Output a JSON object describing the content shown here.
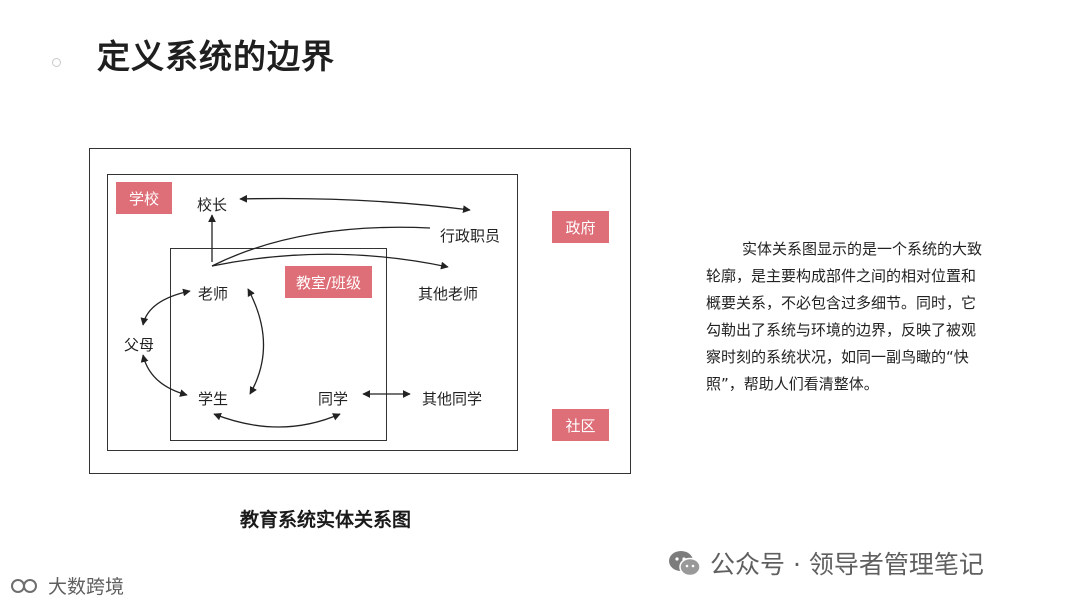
{
  "slide": {
    "title": "定义系统的边界"
  },
  "diagram": {
    "tags": {
      "school": "学校",
      "classroom": "教室/班级",
      "government": "政府",
      "community": "社区"
    },
    "nodes": {
      "principal": "校长",
      "admin_staff": "行政职员",
      "teacher": "老师",
      "other_teachers": "其他老师",
      "parents": "父母",
      "student": "学生",
      "classmate": "同学",
      "other_classmates": "其他同学"
    },
    "caption": "教育系统实体关系图"
  },
  "description": "实体关系图显示的是一个系统的大致轮廓，是主要构成部件之间的相对位置和概要关系，不必包含过多细节。同时，它勾勒出了系统与环境的边界，反映了被观察时刻的系统状况，如同一副鸟瞰的“快照”，帮助人们看清整体。",
  "watermarks": {
    "right": "公众号 · 领导者管理笔记",
    "left": "大数跨境"
  },
  "colors": {
    "tag_fill": "#de6e77",
    "line": "#333333"
  }
}
